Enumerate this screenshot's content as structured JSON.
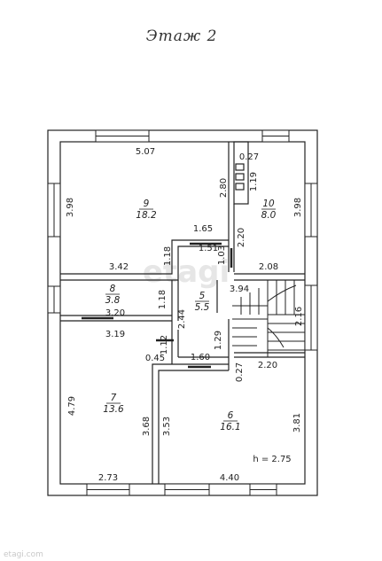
{
  "floor_title": "Этаж 2",
  "height_note": "h = 2.75",
  "watermark": "etagi",
  "corner_mark": "etagi.com",
  "rooms": [
    {
      "number": "9",
      "area": "18.2"
    },
    {
      "number": "10",
      "area": "8.0"
    },
    {
      "number": "8",
      "area": "3.8"
    },
    {
      "number": "5",
      "area": "5.5"
    },
    {
      "number": "7",
      "area": "13.6"
    },
    {
      "number": "6",
      "area": "16.1"
    }
  ],
  "dimensions": {
    "d_507": "5.07",
    "d_027a": "0.27",
    "d_119": "1.19",
    "d_280": "2.80",
    "d_398_left": "3.98",
    "d_398_right": "3.98",
    "d_165": "1.65",
    "d_151": "1.51",
    "d_220_vert": "2.20",
    "d_118_top": "1.18",
    "d_103": "1.03",
    "d_342": "3.42",
    "d_208": "2.08",
    "d_118_mid": "1.18",
    "d_394": "3.94",
    "d_320": "3.20",
    "d_244": "2.44",
    "d_216": "2.16",
    "d_319": "3.19",
    "d_112": "1.12",
    "d_129": "1.29",
    "d_045": "0.45",
    "d_160": "1.60",
    "d_027b": "0.27",
    "d_220_horiz": "2.20",
    "d_479": "4.79",
    "d_368": "3.68",
    "d_353": "3.53",
    "d_381": "3.81",
    "d_273": "2.73",
    "d_440": "4.40"
  }
}
